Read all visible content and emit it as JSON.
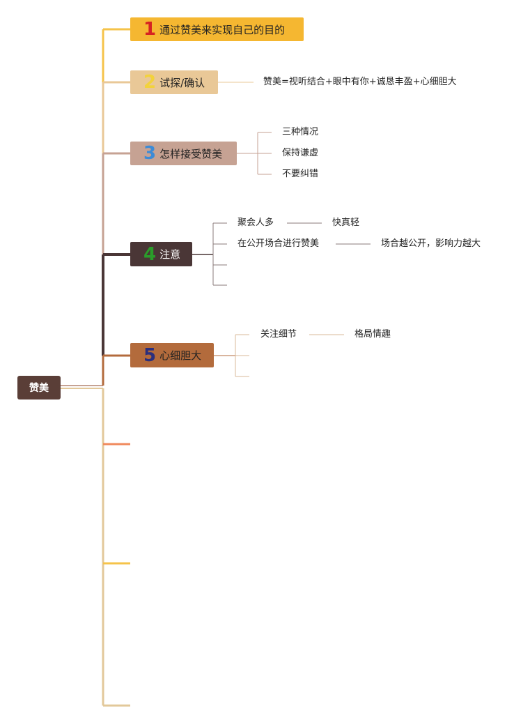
{
  "root": {
    "label": "赞美"
  },
  "branches": [
    {
      "number": "1",
      "label": "通过赞美来实现自己的目的",
      "bg": "#f5b731",
      "num_color": "#d62222"
    },
    {
      "number": "2",
      "label": "试探/确认",
      "bg": "#e9c897",
      "num_color": "#f2d23c"
    },
    {
      "number": "3",
      "label": "怎样接受赞美",
      "bg": "#c6a293",
      "num_color": "#3d8bd6"
    },
    {
      "number": "4",
      "label": "注意",
      "bg": "#4a3636",
      "num_color": "#2a9d2a",
      "text_color": "#ffffff"
    },
    {
      "number": "5",
      "label": "心细胆大",
      "bg": "#b36b3c",
      "num_color": "#2b2f7d"
    }
  ],
  "leaves": {
    "b2": {
      "formula": "赞美=视听结合+眼中有你+诚恳丰盈+心细胆大"
    },
    "b3": {
      "items": [
        "三种情况",
        "保持谦虚",
        "不要纠错"
      ]
    },
    "b4": {
      "items": [
        "聚会人多",
        "在公开场合进行赞美"
      ],
      "details": [
        "快真轻",
        "场合越公开，影响力越大"
      ]
    },
    "b5": {
      "items": [
        "关注细节"
      ],
      "details": [
        "格局情趣"
      ]
    }
  },
  "colors": {
    "spine_top": "#f5c34a",
    "spine_light": "#e9c897",
    "spine_mid": "#c6a293",
    "spine_dark": "#4a3636",
    "spine_brown": "#b36b3c",
    "spine_bottom": "#e2c89a",
    "stub_orange": "#f08a5d",
    "stub_yellow": "#f5c34a",
    "stub_tan": "#e2c89a"
  }
}
